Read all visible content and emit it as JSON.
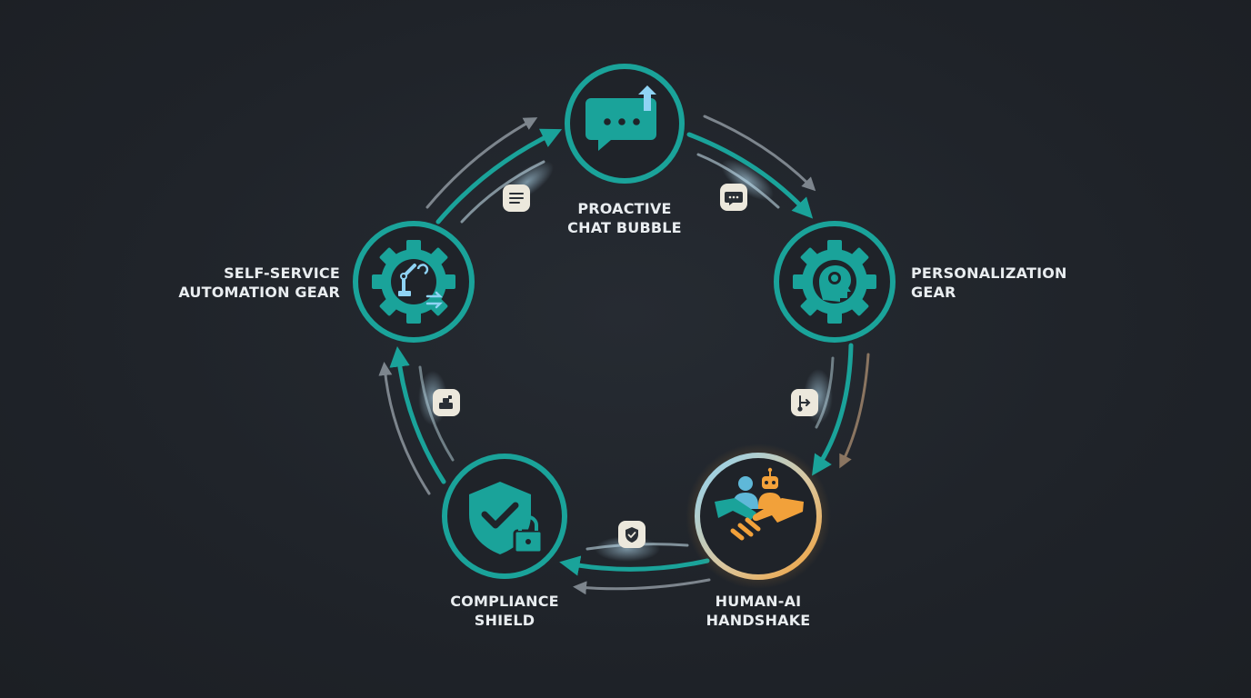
{
  "nodes": [
    {
      "id": "proactive",
      "label_line1": "PROACTIVE",
      "label_line2": "CHAT BUBBLE",
      "icon": "chat-bubble-icon"
    },
    {
      "id": "personalization",
      "label_line1": "PERSONALIZATION",
      "label_line2": "GEAR",
      "icon": "personalization-gear-icon"
    },
    {
      "id": "handshake",
      "label_line1": "HUMAN-AI",
      "label_line2": "HANDSHAKE",
      "icon": "handshake-icon"
    },
    {
      "id": "compliance",
      "label_line1": "COMPLIANCE",
      "label_line2": "SHIELD",
      "icon": "shield-lock-icon"
    },
    {
      "id": "selfservice",
      "label_line1": "SELF-SERVICE",
      "label_line2": "AUTOMATION GEAR",
      "icon": "automation-gear-icon"
    }
  ],
  "connector_badges": [
    {
      "between": "proactive-personalization",
      "icon": "message-icon"
    },
    {
      "between": "personalization-handshake",
      "icon": "branch-arrow-icon"
    },
    {
      "between": "handshake-compliance",
      "icon": "check-shield-icon"
    },
    {
      "between": "compliance-selfservice",
      "icon": "robot-hand-icon"
    },
    {
      "between": "selfservice-proactive",
      "icon": "document-icon"
    }
  ],
  "colors": {
    "background": "#1f2329",
    "teal": "#1aa39a",
    "teal_dark": "#15807a",
    "accent_orange": "#f2a13a",
    "accent_blue": "#8fd3f4",
    "label": "#e9edf0",
    "badge_bg": "#ece8dc"
  }
}
